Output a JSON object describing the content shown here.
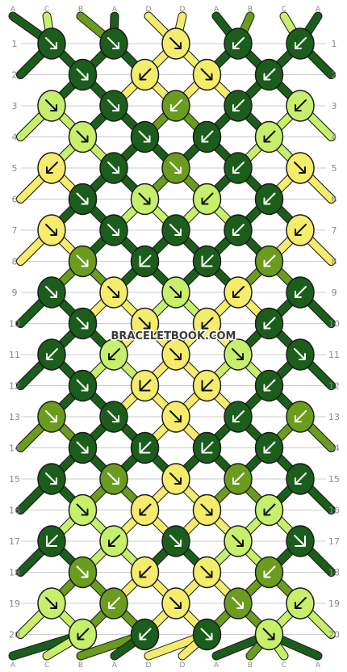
{
  "watermark": "BRACELETBOOK.COM",
  "colors": {
    "A": "#1b5e1b",
    "B": "#6a9c1e",
    "C": "#c6ef6b",
    "D": "#f5ec6b",
    "outline": "#1a1a1a",
    "gridline": "#cccccc",
    "rowlabel": "#888888"
  },
  "top_strings": [
    "A",
    "C",
    "B",
    "A",
    "D",
    "D",
    "A",
    "B",
    "C",
    "A"
  ],
  "bottom_strings": [
    "A",
    "C",
    "B",
    "A",
    "D",
    "D",
    "A",
    "B",
    "C",
    "A"
  ],
  "row_labels": [
    "1",
    "2",
    "3",
    "4",
    "5",
    "6",
    "7",
    "8",
    "9",
    "10",
    "11",
    "12",
    "13",
    "14",
    "15",
    "16",
    "17",
    "18",
    "19",
    "20"
  ],
  "rows": [
    [
      [
        "A",
        "se"
      ],
      [
        "A",
        "se"
      ],
      [
        "D",
        "se"
      ],
      [
        "A",
        "sw"
      ],
      [
        "A",
        "sw"
      ]
    ],
    [
      [
        "A",
        "se"
      ],
      [
        "D",
        "sw"
      ],
      [
        "D",
        "se"
      ],
      [
        "A",
        "sw"
      ]
    ],
    [
      [
        "C",
        "se"
      ],
      [
        "A",
        "se"
      ],
      [
        "B",
        "sw"
      ],
      [
        "A",
        "sw"
      ],
      [
        "C",
        "sw"
      ]
    ],
    [
      [
        "C",
        "se"
      ],
      [
        "A",
        "se"
      ],
      [
        "A",
        "sw"
      ],
      [
        "C",
        "sw"
      ]
    ],
    [
      [
        "D",
        "sw"
      ],
      [
        "A",
        "se"
      ],
      [
        "B",
        "se"
      ],
      [
        "A",
        "sw"
      ],
      [
        "D",
        "se"
      ]
    ],
    [
      [
        "A",
        "se"
      ],
      [
        "C",
        "se"
      ],
      [
        "C",
        "sw"
      ],
      [
        "A",
        "sw"
      ]
    ],
    [
      [
        "D",
        "se"
      ],
      [
        "A",
        "se"
      ],
      [
        "A",
        "se"
      ],
      [
        "A",
        "sw"
      ],
      [
        "D",
        "sw"
      ]
    ],
    [
      [
        "B",
        "se"
      ],
      [
        "A",
        "ne"
      ],
      [
        "A",
        "ne"
      ],
      [
        "B",
        "sw"
      ]
    ],
    [
      [
        "A",
        "se"
      ],
      [
        "D",
        "se"
      ],
      [
        "C",
        "se"
      ],
      [
        "D",
        "sw"
      ],
      [
        "A",
        "sw"
      ]
    ],
    [
      [
        "A",
        "se"
      ],
      [
        "D",
        "se"
      ],
      [
        "D",
        "sw"
      ],
      [
        "A",
        "sw"
      ]
    ],
    [
      [
        "A",
        "sw"
      ],
      [
        "C",
        "sw"
      ],
      [
        "D",
        "se"
      ],
      [
        "C",
        "se"
      ],
      [
        "A",
        "se"
      ]
    ],
    [
      [
        "A",
        "se"
      ],
      [
        "D",
        "ne"
      ],
      [
        "D",
        "ne"
      ],
      [
        "A",
        "sw"
      ]
    ],
    [
      [
        "B",
        "se"
      ],
      [
        "A",
        "se"
      ],
      [
        "D",
        "se"
      ],
      [
        "A",
        "sw"
      ],
      [
        "B",
        "sw"
      ]
    ],
    [
      [
        "A",
        "se"
      ],
      [
        "A",
        "ne"
      ],
      [
        "A",
        "ne"
      ],
      [
        "A",
        "sw"
      ]
    ],
    [
      [
        "A",
        "se"
      ],
      [
        "B",
        "se"
      ],
      [
        "D",
        "se"
      ],
      [
        "B",
        "sw"
      ],
      [
        "A",
        "sw"
      ]
    ],
    [
      [
        "C",
        "se"
      ],
      [
        "D",
        "sw"
      ],
      [
        "D",
        "se"
      ],
      [
        "C",
        "sw"
      ]
    ],
    [
      [
        "A",
        "ne"
      ],
      [
        "C",
        "sw"
      ],
      [
        "A",
        "se"
      ],
      [
        "C",
        "se"
      ],
      [
        "A",
        "nw"
      ]
    ],
    [
      [
        "B",
        "se"
      ],
      [
        "D",
        "sw"
      ],
      [
        "D",
        "se"
      ],
      [
        "B",
        "sw"
      ]
    ],
    [
      [
        "C",
        "se"
      ],
      [
        "B",
        "sw"
      ],
      [
        "D",
        "se"
      ],
      [
        "B",
        "se"
      ],
      [
        "C",
        "sw"
      ]
    ],
    [
      [
        "C",
        "sw"
      ],
      [
        "A",
        "sw"
      ],
      [
        "A",
        "se"
      ],
      [
        "C",
        "se"
      ]
    ]
  ]
}
